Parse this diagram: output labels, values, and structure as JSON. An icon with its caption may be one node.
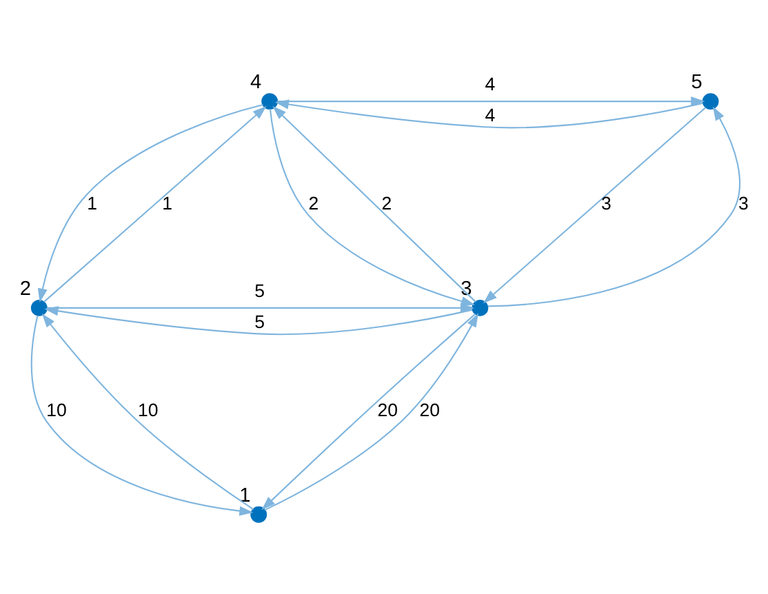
{
  "diagram": {
    "nodes": [
      {
        "text": [],
        "shape": "circle",
        "beside": [
          "4"
        ]
      },
      {
        "text": [],
        "shape": "circle",
        "beside": [
          "5"
        ]
      },
      {
        "text": [],
        "shape": "circle",
        "beside": [
          "2"
        ]
      },
      {
        "text": [],
        "shape": "circle",
        "beside": [
          "3"
        ]
      },
      {
        "text": [],
        "shape": "circle",
        "beside": [
          "1"
        ]
      }
    ],
    "edges": [
      {
        "from": 4,
        "to": 2,
        "arrow": "to",
        "label": "10"
      },
      {
        "from": 4,
        "to": 3,
        "arrow": "to",
        "label": "20"
      },
      {
        "from": 2,
        "to": 4,
        "arrow": "to",
        "label": "10"
      },
      {
        "from": 2,
        "to": 3,
        "arrow": "to",
        "label": "5"
      },
      {
        "from": 2,
        "to": 0,
        "arrow": "to",
        "label": "1"
      },
      {
        "from": 3,
        "to": 4,
        "arrow": "to",
        "label": "20"
      },
      {
        "from": 3,
        "to": 2,
        "arrow": "to",
        "label": "5"
      },
      {
        "from": 3,
        "to": 0,
        "arrow": "to",
        "label": "2"
      },
      {
        "from": 3,
        "to": 1,
        "arrow": "to",
        "label": "3"
      },
      {
        "from": 0,
        "to": 2,
        "arrow": "to",
        "label": "1"
      },
      {
        "from": 0,
        "to": 3,
        "arrow": "to",
        "label": "2"
      },
      {
        "from": 0,
        "to": 1,
        "arrow": "to",
        "label": "4"
      },
      {
        "from": 1,
        "to": 3,
        "arrow": "to",
        "label": "3"
      },
      {
        "from": 1,
        "to": 0,
        "arrow": "to",
        "label": "4"
      }
    ]
  }
}
